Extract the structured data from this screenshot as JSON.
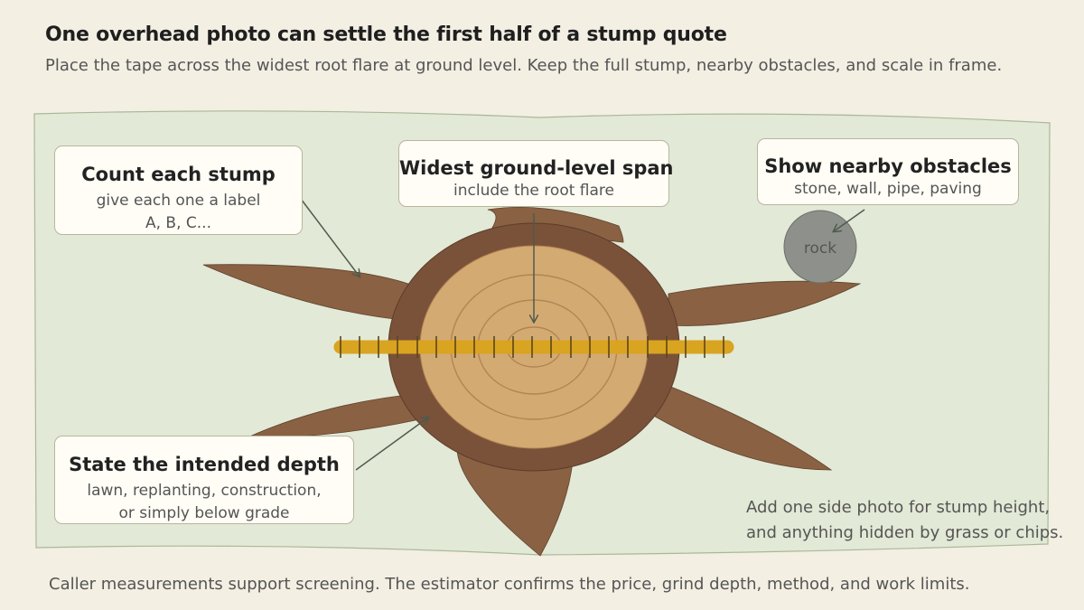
{
  "headline": "One overhead photo can settle the first half of a stump quote",
  "subline": "Place the tape across the widest root flare at ground level. Keep the full stump, nearby obstacles, and scale in frame.",
  "callouts": {
    "count": {
      "title": "Count each stump",
      "lines": [
        "give each one a label",
        "A, B, C..."
      ]
    },
    "span": {
      "title": "Widest ground-level span",
      "lines": [
        "include the root flare"
      ]
    },
    "obstacles": {
      "title": "Show nearby obstacles",
      "lines": [
        "stone, wall, pipe, paving"
      ]
    },
    "depth": {
      "title": "State the intended depth",
      "lines": [
        "lawn, replanting, construction,",
        "or simply below grade"
      ]
    }
  },
  "rock_label": "rock",
  "side_note": [
    "Add one side photo for stump height,",
    "and anything hidden by grass or chips."
  ],
  "footer": "Caller measurements support screening. The estimator confirms the price, grind depth, method, and work limits.",
  "colors": {
    "background": "#f3efe3",
    "ground": "#e2e9d6",
    "root": "#8a6143",
    "bark": "#7a5239",
    "wood": "#d4aa73",
    "tape": "#d9a420",
    "rock": "#8e918b",
    "arrow": "#4e5b4c"
  }
}
